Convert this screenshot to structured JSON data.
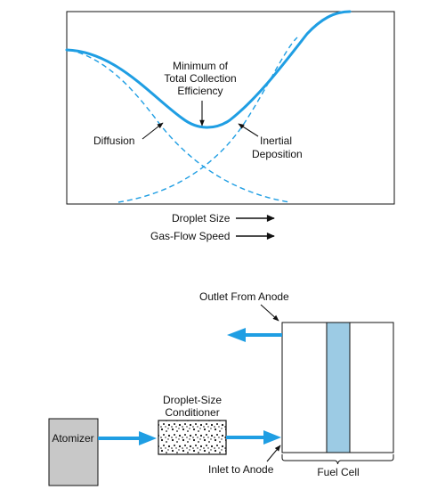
{
  "colors": {
    "accent": "#1f9ee3",
    "membrane": "#9ccbe4",
    "atomizer_fill": "#c8c8c8",
    "line": "#111111"
  },
  "graph": {
    "curve_labels": {
      "minimum": [
        "Minimum of",
        "Total Collection",
        "Efficiency"
      ],
      "diffusion": "Diffusion",
      "inertial": [
        "Inertial",
        "Deposition"
      ]
    },
    "axis_labels": {
      "droplet_size": "Droplet Size",
      "gas_flow_speed": "Gas-Flow Speed"
    }
  },
  "system": {
    "atomizer": "Atomizer",
    "conditioner": [
      "Droplet-Size",
      "Conditioner"
    ],
    "fuel_cell": "Fuel Cell",
    "outlet": "Outlet From Anode",
    "inlet": "Inlet to Anode"
  }
}
